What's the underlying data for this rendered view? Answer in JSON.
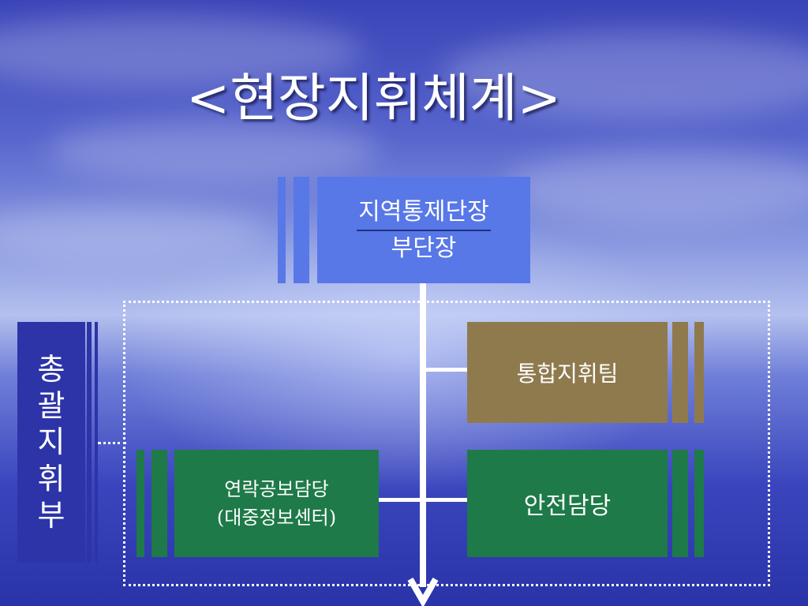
{
  "title": "<현장지휘체계>",
  "nodes": {
    "head": {
      "line1": "지역통제단장",
      "line2": "부단장"
    },
    "command": {
      "label": "총괄지휘부",
      "chars": [
        "총",
        "괄",
        "지",
        "휘",
        "부"
      ]
    },
    "team": {
      "label": "통합지휘팀"
    },
    "liaison": {
      "line1": "연락공보담당",
      "line2": "(대중정보센터)"
    },
    "safety": {
      "label": "안전담당"
    }
  },
  "colors": {
    "head": "#5878e8",
    "command": "#2c34a8",
    "team": "#8f7a4e",
    "liaison": "#1e7a48",
    "safety": "#1e7a48"
  }
}
